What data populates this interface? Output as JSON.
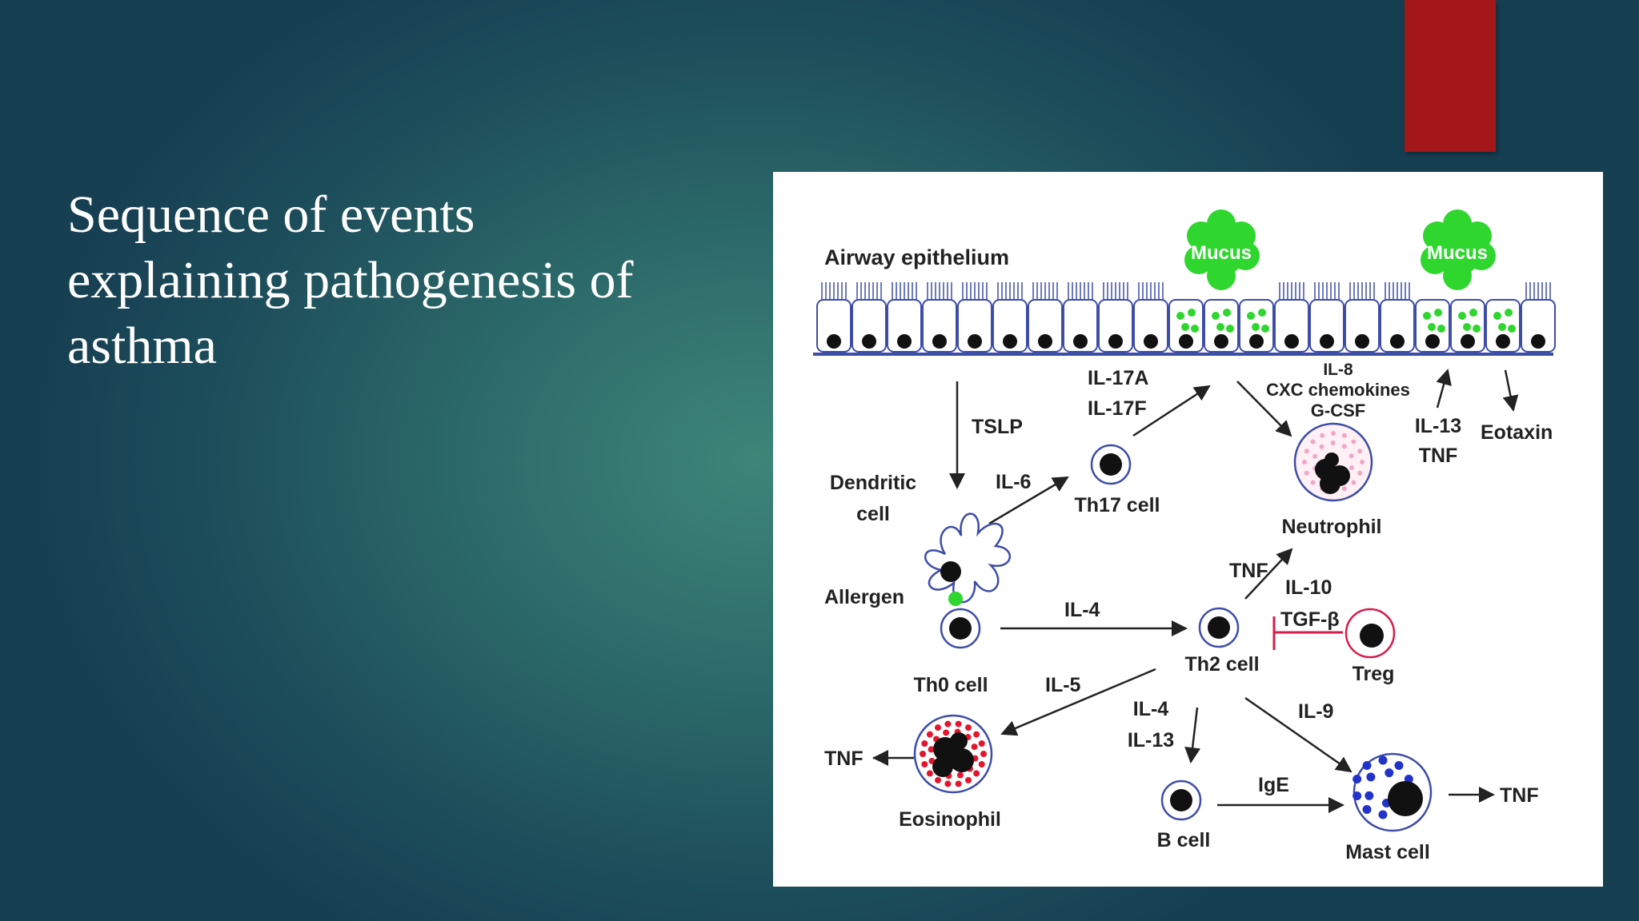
{
  "slide": {
    "title": "Sequence of events explaining pathogenesis of asthma",
    "accent_color": "#a3171b"
  },
  "diagram": {
    "airway_epithelium": "Airway epithelium",
    "mucus_1": "Mucus",
    "mucus_2": "Mucus",
    "tslp": "TSLP",
    "il17a": "IL-17A",
    "il17f": "IL-17F",
    "il8": "IL-8",
    "cxc": "CXC chemokines",
    "gcsf": "G-CSF",
    "il13_top": "IL-13",
    "tnf_top": "TNF",
    "eotaxin": "Eotaxin",
    "dendritic_1": "Dendritic",
    "dendritic_2": "cell",
    "il6": "IL-6",
    "th17": "Th17 cell",
    "neutrophil": "Neutrophil",
    "allergen": "Allergen",
    "il4_mid": "IL-4",
    "tnf_mid": "TNF",
    "il10": "IL-10",
    "tgfb": "TGF-β",
    "th2": "Th2 cell",
    "treg": "Treg",
    "th0": "Th0 cell",
    "il5": "IL-5",
    "il4_low": "IL-4",
    "il13_low": "IL-13",
    "il9": "IL-9",
    "tnf_left": "TNF",
    "eosinophil": "Eosinophil",
    "ige": "IgE",
    "b_cell": "B cell",
    "mast_cell": "Mast cell",
    "tnf_right": "TNF"
  }
}
